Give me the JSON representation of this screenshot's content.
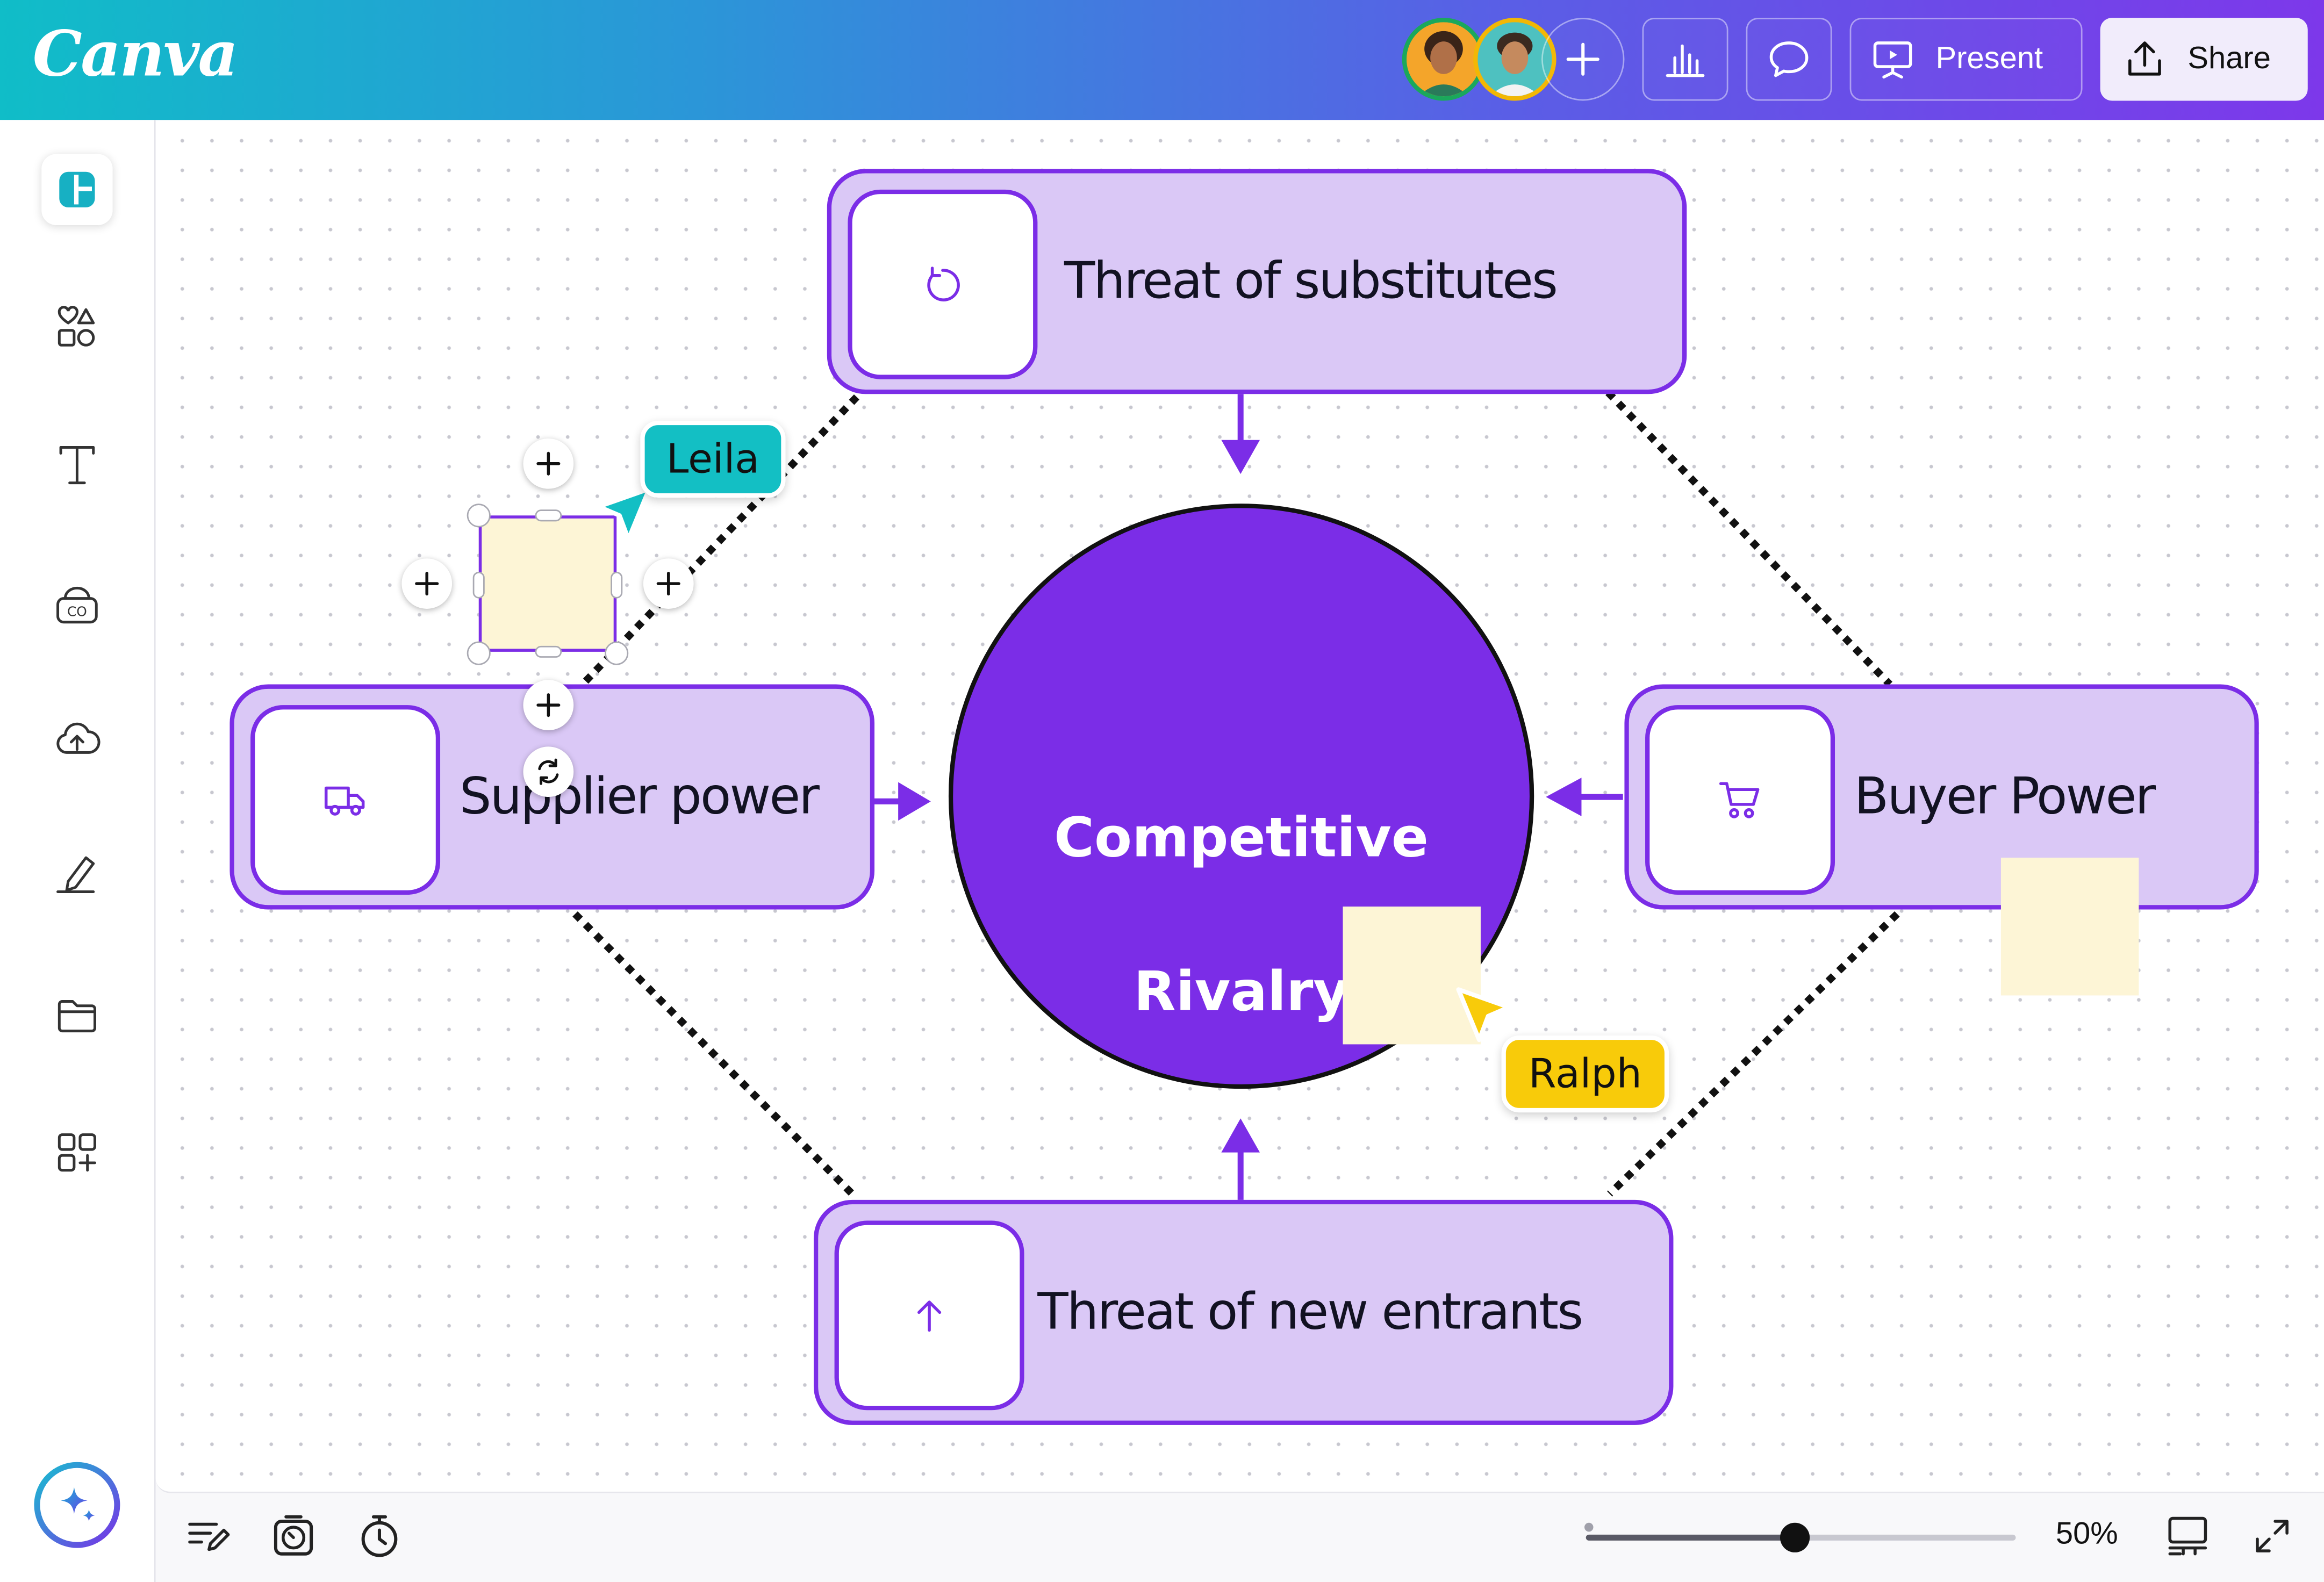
{
  "app": {
    "logo_text": "Canva",
    "accent_color": "#7b2de7",
    "diagram_fill": "#dac8f6",
    "sticky_color": "#fdf5d6"
  },
  "topbar": {
    "collaborators": [
      {
        "name": "collaborator-1",
        "ring_color": "#1aa85c"
      },
      {
        "name": "collaborator-2",
        "ring_color": "#f2b705"
      }
    ],
    "add_collaborator_icon": "plus-icon",
    "insights_icon": "bar-chart-icon",
    "comments_icon": "speech-bubble-icon",
    "present_label": "Present",
    "present_icon": "presentation-screen-icon",
    "share_label": "Share",
    "share_icon": "share-upload-icon"
  },
  "sidebar": {
    "items": [
      {
        "icon": "design-layout-icon",
        "active": true
      },
      {
        "icon": "elements-shapes-icon"
      },
      {
        "icon": "text-icon"
      },
      {
        "icon": "brand-icon"
      },
      {
        "icon": "uploads-cloud-icon"
      },
      {
        "icon": "draw-pen-icon"
      },
      {
        "icon": "projects-folder-icon"
      },
      {
        "icon": "apps-grid-icon"
      }
    ],
    "magic_icon": "magic-sparkle-icon"
  },
  "diagram": {
    "center": {
      "line1": "Competitive",
      "line2": "Rivalry"
    },
    "forces": [
      {
        "id": "top",
        "label": "Threat of substitutes",
        "icon": "refresh-icon"
      },
      {
        "id": "left",
        "label": "Supplier power",
        "icon": "truck-icon"
      },
      {
        "id": "right",
        "label": "Buyer Power",
        "icon": "shopping-cart-icon"
      },
      {
        "id": "bottom",
        "label": "Threat of new entrants",
        "icon": "arrow-up-icon"
      }
    ]
  },
  "cursors": [
    {
      "name": "Leila",
      "color": "#13bfc4"
    },
    {
      "name": "Ralph",
      "color": "#f8cb0a"
    }
  ],
  "bottombar": {
    "notes_icon": "notes-icon",
    "timer_icon": "timer-icon",
    "stopwatch_icon": "stopwatch-icon",
    "zoom_level": 50,
    "zoom_label": "50%",
    "page_view_icon": "page-grid-view-icon",
    "fullscreen_icon": "fullscreen-expand-icon"
  }
}
